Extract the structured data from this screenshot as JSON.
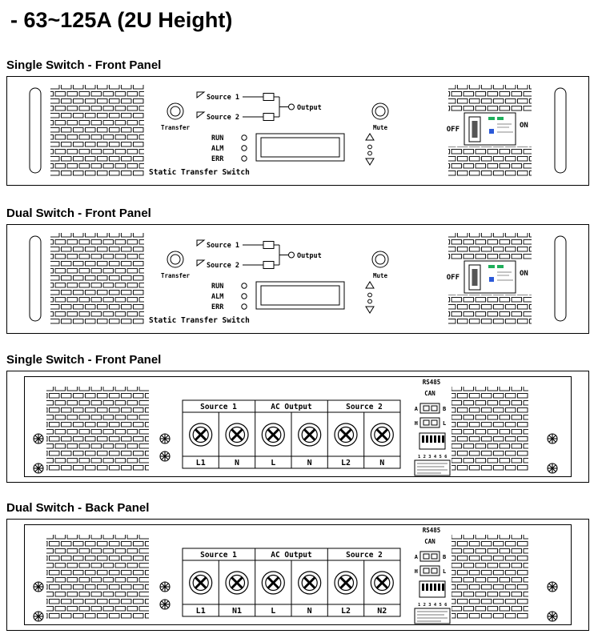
{
  "page": {
    "title": "- 63~125A (2U Height)"
  },
  "sections": [
    {
      "label": "Single Switch - Front Panel"
    },
    {
      "label": "Dual Switch - Front Panel"
    },
    {
      "label": "Single Switch - Front Panel"
    },
    {
      "label": "Dual Switch - Back Panel"
    }
  ],
  "front_panel": {
    "transfer": "Transfer",
    "source1": "Source 1",
    "source2": "Source 2",
    "output": "Output",
    "mute": "Mute",
    "led_run": "RUN",
    "led_alm": "ALM",
    "led_err": "ERR",
    "device_name": "Static Transfer Switch",
    "breaker_off": "OFF",
    "breaker_on": "ON"
  },
  "back_panel": {
    "header_source1": "Source 1",
    "header_ac_output": "AC Output",
    "header_source2": "Source 2",
    "rs485": "RS485",
    "can": "CAN",
    "pin_a": "A",
    "pin_b": "B",
    "pin_h": "H",
    "pin_l": "L",
    "dip_numbers": "1 2 3 4 5 6",
    "single_terminals": [
      "L1",
      "N",
      "L",
      "N",
      "L2",
      "N"
    ],
    "dual_terminals": [
      "L1",
      "N1",
      "L",
      "N",
      "L2",
      "N2"
    ]
  },
  "colors": {
    "indicator_green": "#1fae5a",
    "indicator_blue": "#2b59d8"
  }
}
